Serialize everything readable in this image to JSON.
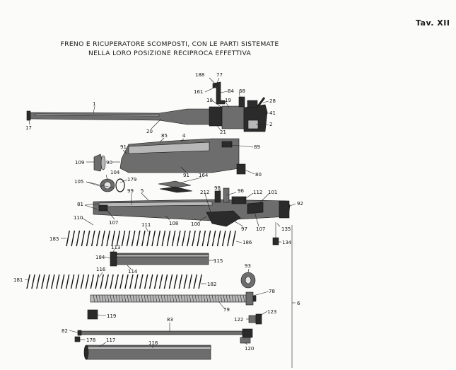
{
  "plate": "Tav. XII",
  "title_line1": "FRENO E RICUPERATORE SCOMPOSTI, CON LE PARTI SISTEMATE",
  "title_line2": "NELLA LORO POSIZIONE RECIPROCA EFFETTIVA",
  "labels": {
    "p188": "188",
    "p77": "77",
    "p84": "84",
    "p161": "161",
    "p68": "68",
    "p28": "28",
    "p18": "18",
    "p19": "19",
    "p41": "41",
    "p2": "2",
    "p1": "1",
    "p17": "17",
    "p20": "20",
    "p21": "21",
    "p85": "85",
    "p4": "4",
    "p91": "91",
    "p89": "89",
    "p109": "109",
    "p90": "90",
    "p91b": "91",
    "p80": "80",
    "p104": "104",
    "p179": "179",
    "p105": "105",
    "p164": "164",
    "p98": "98",
    "p96": "96",
    "p212": "212",
    "p112": "112",
    "p101": "101",
    "p99": "99",
    "p5": "5",
    "p81": "81",
    "p92": "92",
    "p110": "110",
    "p107": "107",
    "p108": "108",
    "p100": "100",
    "p97": "97",
    "p107b": "107",
    "p135": "135",
    "p111": "111",
    "p183": "183",
    "p186": "186",
    "p134": "134",
    "p113": "113",
    "p184": "184",
    "p114": "114",
    "p115": "115",
    "p93": "93",
    "p116": "116",
    "p181": "181",
    "p182": "182",
    "p78": "78",
    "p79": "79",
    "p6": "6",
    "p119": "119",
    "p123": "123",
    "p122": "122",
    "p83": "83",
    "p82": "82",
    "p178": "178",
    "p117": "117",
    "p118": "118",
    "p120": "120"
  }
}
